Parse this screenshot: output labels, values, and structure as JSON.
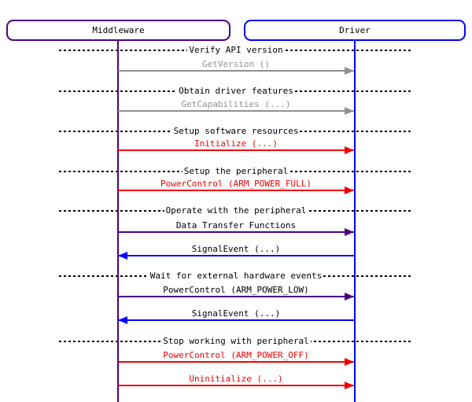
{
  "actors": [
    {
      "label": "Middleware",
      "line_color": "#4B0082"
    },
    {
      "label": "Driver",
      "line_color": "#0000FF"
    }
  ],
  "dividers": [
    {
      "label": "Verify API version"
    },
    {
      "label": "Obtain driver features"
    },
    {
      "label": "Setup software resources"
    },
    {
      "label": "Setup the peripheral"
    },
    {
      "label": "Operate with the peripheral"
    },
    {
      "label": "Wait for external hardware events"
    },
    {
      "label": "Stop working with peripheral"
    }
  ],
  "messages": [
    {
      "label": "GetVersion ()",
      "from": "Middleware",
      "to": "Driver",
      "arrow_color": "#909090",
      "label_color": "#909090"
    },
    {
      "label": "GetCapabilities (...)",
      "from": "Middleware",
      "to": "Driver",
      "arrow_color": "#909090",
      "label_color": "#909090"
    },
    {
      "label": "Initialize (...)",
      "from": "Middleware",
      "to": "Driver",
      "arrow_color": "#F00000",
      "label_color": "#F00000"
    },
    {
      "label": "PowerControl (ARM_POWER_FULL)",
      "from": "Middleware",
      "to": "Driver",
      "arrow_color": "#F00000",
      "label_color": "#F00000"
    },
    {
      "label": "Data Transfer Functions",
      "from": "Middleware",
      "to": "Driver",
      "arrow_color": "#4B0082",
      "label_color": "#000000"
    },
    {
      "label": "SignalEvent (...)",
      "from": "Driver",
      "to": "Middleware",
      "arrow_color": "#0000FF",
      "label_color": "#000000"
    },
    {
      "label": "PowerControl (ARM_POWER_LOW)",
      "from": "Middleware",
      "to": "Driver",
      "arrow_color": "#4B0082",
      "label_color": "#000000"
    },
    {
      "label": "SignalEvent (...)",
      "from": "Driver",
      "to": "Middleware",
      "arrow_color": "#0000FF",
      "label_color": "#000000"
    },
    {
      "label": "PowerControl (ARM_POWER_OFF)",
      "from": "Middleware",
      "to": "Driver",
      "arrow_color": "#F00000",
      "label_color": "#F00000"
    },
    {
      "label": "Uninitialize (...)",
      "from": "Middleware",
      "to": "Driver",
      "arrow_color": "#F00000",
      "label_color": "#F00000"
    }
  ]
}
